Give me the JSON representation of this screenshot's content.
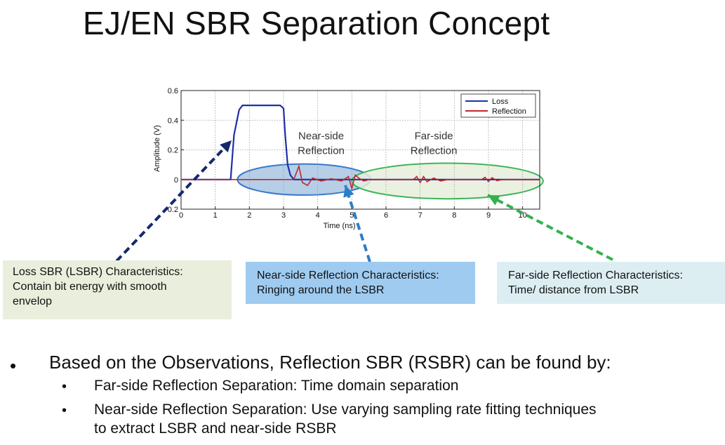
{
  "slide": {
    "title": "EJ/EN SBR Separation Concept"
  },
  "chart_data": {
    "type": "line",
    "xlabel": "Time (ns)",
    "ylabel": "Amplitude (V)",
    "xlim": [
      0,
      10.5
    ],
    "ylim": [
      -0.2,
      0.6
    ],
    "x_ticks": [
      "0",
      "1",
      "2",
      "3",
      "4",
      "5",
      "6",
      "7",
      "8",
      "9",
      "10"
    ],
    "y_ticks": [
      "-0.2",
      "0",
      "0.2",
      "0.4",
      "0.6"
    ],
    "grid": true,
    "legend_position": "top-right",
    "series": [
      {
        "name": "Loss",
        "color": "#1f2fa8",
        "x": [
          0,
          1.45,
          1.55,
          1.7,
          1.8,
          2.0,
          2.9,
          3.0,
          3.05,
          3.12,
          3.2,
          3.3,
          10.5
        ],
        "y": [
          0,
          0,
          0.3,
          0.47,
          0.5,
          0.5,
          0.5,
          0.48,
          0.3,
          0.1,
          0.03,
          0,
          0
        ]
      },
      {
        "name": "Reflection",
        "color": "#c0272d",
        "x": [
          0,
          3.3,
          3.45,
          3.55,
          3.7,
          3.85,
          4.1,
          4.4,
          4.7,
          4.9,
          5.0,
          5.1,
          5.2,
          5.35,
          5.5,
          6.8,
          6.9,
          7.0,
          7.1,
          7.2,
          7.4,
          7.6,
          7.8,
          8.8,
          8.9,
          9.0,
          9.1,
          9.25,
          9.4,
          10.5
        ],
        "y": [
          0,
          0,
          0.09,
          -0.02,
          -0.04,
          0.01,
          -0.01,
          0.005,
          -0.01,
          0.02,
          -0.06,
          0.03,
          0.01,
          -0.01,
          0,
          0,
          0.02,
          -0.02,
          0.02,
          -0.015,
          0.01,
          -0.01,
          0,
          0,
          0.015,
          -0.015,
          0.012,
          -0.008,
          0,
          0
        ]
      }
    ],
    "annotations": [
      {
        "lines": [
          "Near-side",
          "Reflection"
        ],
        "x": 4.1,
        "y": 0.27
      },
      {
        "lines": [
          "Far-side",
          "Reflection"
        ],
        "x": 7.4,
        "y": 0.27
      }
    ],
    "highlights": [
      {
        "name": "near-side",
        "cx": 3.6,
        "cy": 0,
        "rx": 1.95,
        "ry": 0.105,
        "fill": "#a9c6e2",
        "stroke": "#3a78c9"
      },
      {
        "name": "far-side",
        "cx": 7.8,
        "cy": -0.01,
        "rx": 2.8,
        "ry": 0.12,
        "fill": "#e8eedb",
        "stroke": "#3cb55a"
      }
    ]
  },
  "callouts": {
    "loss": {
      "lines": [
        "Loss SBR (LSBR) Characteristics:",
        "Contain bit energy with smooth",
        "envelop"
      ]
    },
    "near": {
      "lines": [
        "Near-side Reflection Characteristics:",
        "Ringing around the LSBR"
      ]
    },
    "far": {
      "lines": [
        "Far-side Reflection Characteristics:",
        "Time/ distance from LSBR"
      ]
    }
  },
  "bullets": {
    "main": "Based on the Observations, Reflection SBR (RSBR) can be found by:",
    "sub1": "Far-side Reflection Separation: Time domain separation",
    "sub2_line1": "Near-side Reflection Separation: Use varying sampling rate fitting techniques",
    "sub2_line2": "to extract LSBR and near-side RSBR",
    "bullet_glyph": "•"
  }
}
